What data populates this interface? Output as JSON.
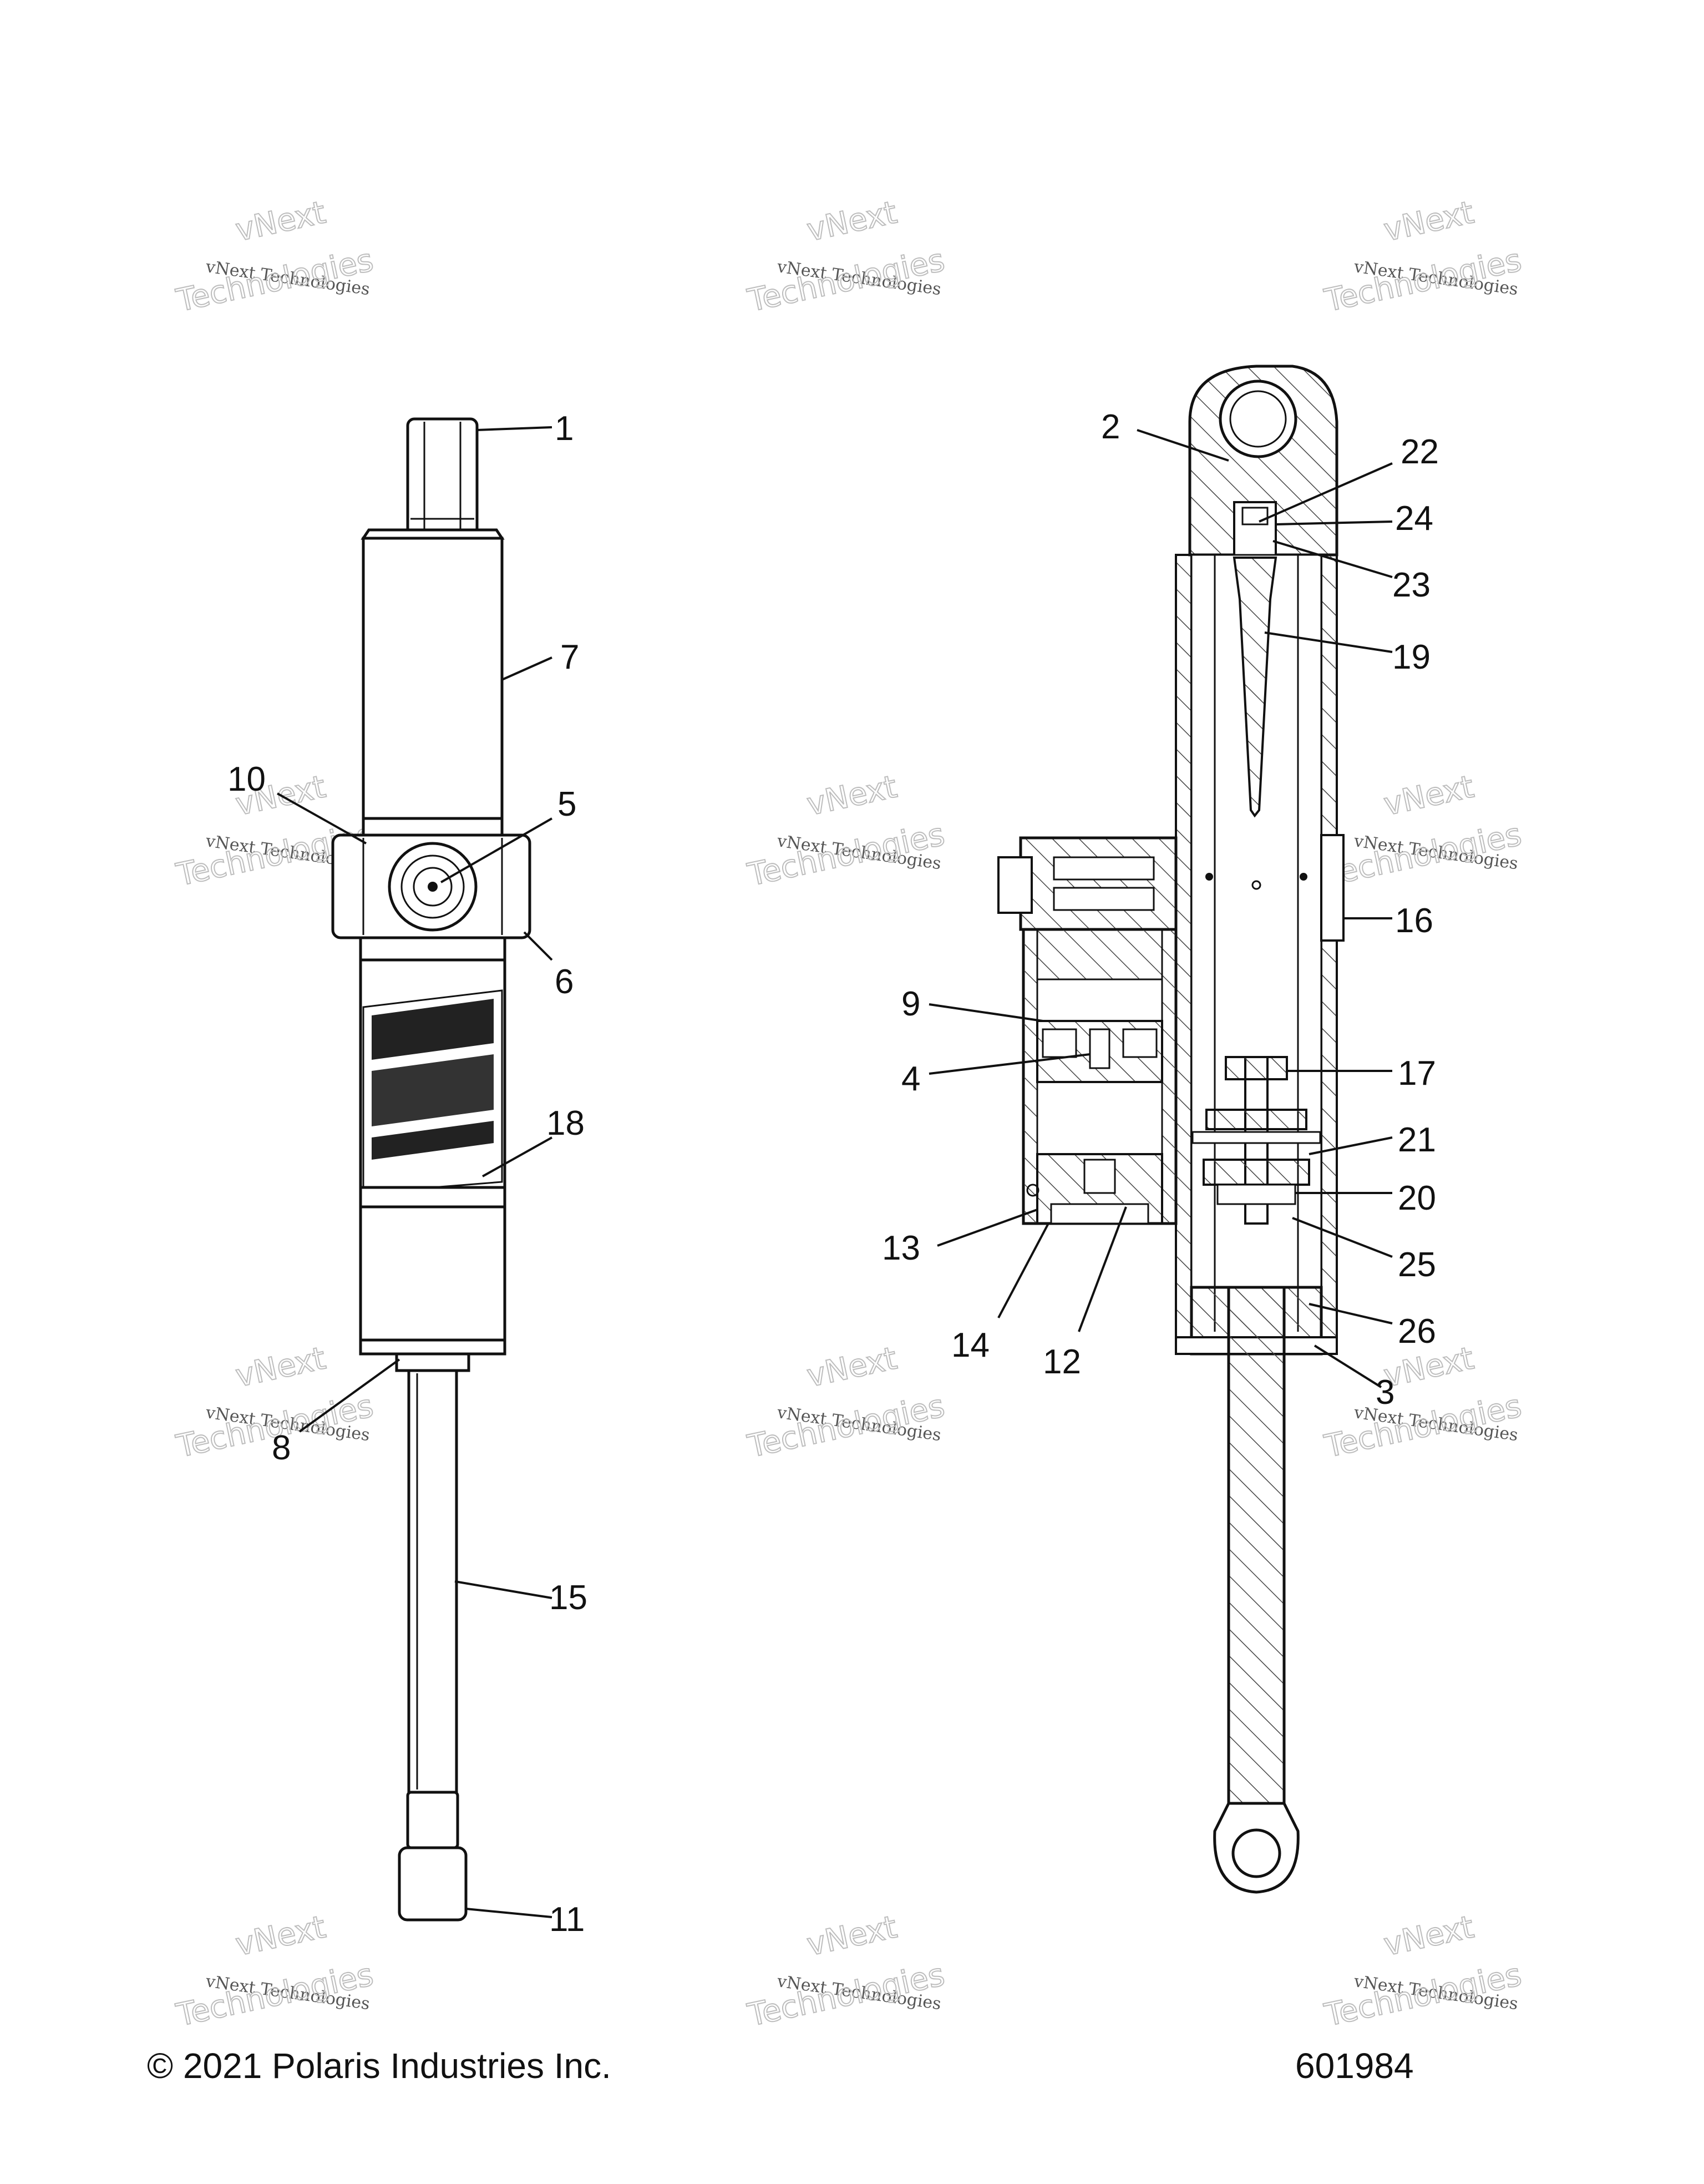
{
  "watermark": {
    "line1": "vNext Technologies",
    "line2": "vNext",
    "line3": "Technologies"
  },
  "footer": {
    "copyright": "© 2021 Polaris Industries Inc.",
    "figure_number": "601984"
  },
  "callouts": [
    "1",
    "2",
    "3",
    "4",
    "5",
    "6",
    "7",
    "8",
    "9",
    "10",
    "11",
    "12",
    "13",
    "14",
    "15",
    "16",
    "17",
    "18",
    "19",
    "20",
    "21",
    "22",
    "23",
    "24",
    "25",
    "26"
  ],
  "colors": {
    "ink": "#111111",
    "hatch": "#444444",
    "watermark": "#bdbdbd"
  }
}
